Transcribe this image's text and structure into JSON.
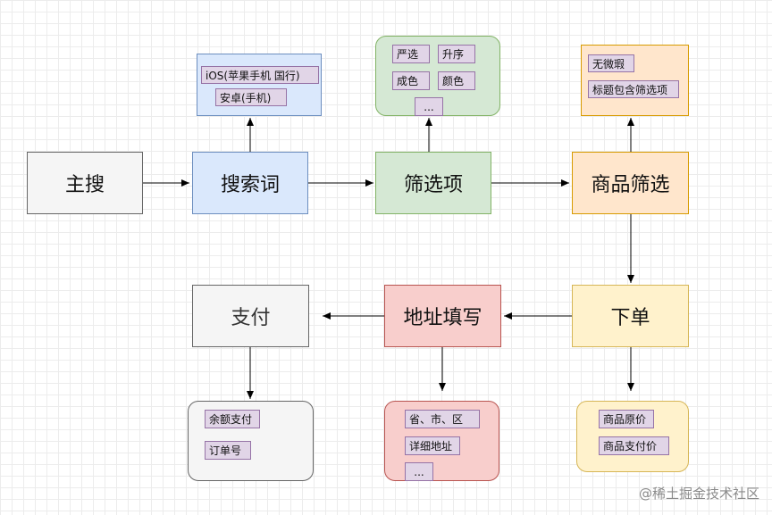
{
  "nodes": {
    "main_search": {
      "label": "主搜"
    },
    "keyword": {
      "label": "搜索词"
    },
    "filter_options": {
      "label": "筛选项"
    },
    "product_filter": {
      "label": "商品筛选"
    },
    "place_order": {
      "label": "下单"
    },
    "address": {
      "label": "地址填写"
    },
    "payment": {
      "label": "支付"
    }
  },
  "groups": {
    "keyword_tags": [
      "iOS(苹果手机 国行)",
      "安卓(手机)"
    ],
    "filter_tags": [
      "严选",
      "升序",
      "成色",
      "颜色",
      "..."
    ],
    "product_tags": [
      "无微瑕",
      "标题包含筛选项"
    ],
    "order_tags": [
      "商品原价",
      "商品支付价"
    ],
    "address_tags": [
      "省、市、区",
      "详细地址",
      "..."
    ],
    "payment_tags": [
      "余额支付",
      "订单号"
    ]
  },
  "colors": {
    "gray_fill": "#f5f5f5",
    "gray_stroke": "#666666",
    "blue_fill": "#dae8fc",
    "blue_stroke": "#6c8ebf",
    "green_fill": "#d5e8d4",
    "green_stroke": "#82b366",
    "orange_fill": "#ffe6cc",
    "orange_stroke": "#d79b00",
    "yellow_fill": "#fff2cc",
    "yellow_stroke": "#d6b656",
    "red_fill": "#f8cecc",
    "red_stroke": "#b85450",
    "tag_fill": "#e1d5e7",
    "tag_stroke": "#9673a6"
  },
  "watermark": "@稀土掘金技术社区"
}
